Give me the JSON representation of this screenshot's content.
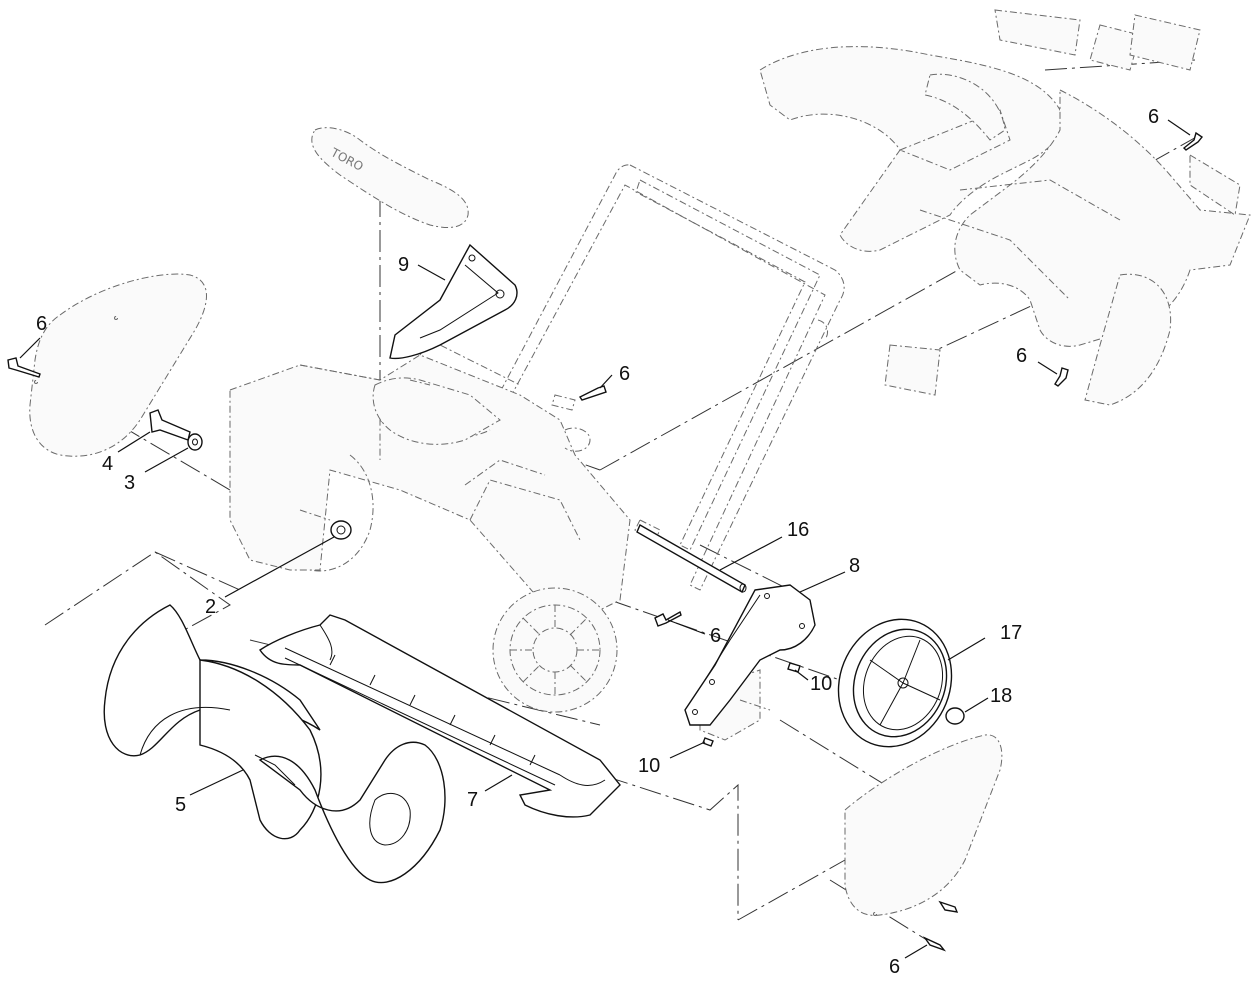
{
  "diagram": {
    "callouts": [
      {
        "id": "c2",
        "label": "2"
      },
      {
        "id": "c3",
        "label": "3"
      },
      {
        "id": "c4",
        "label": "4"
      },
      {
        "id": "c5",
        "label": "5"
      },
      {
        "id": "c6a",
        "label": "6"
      },
      {
        "id": "c6b",
        "label": "6"
      },
      {
        "id": "c6c",
        "label": "6"
      },
      {
        "id": "c6d",
        "label": "6"
      },
      {
        "id": "c6e",
        "label": "6"
      },
      {
        "id": "c6f",
        "label": "6"
      },
      {
        "id": "c7",
        "label": "7"
      },
      {
        "id": "c8",
        "label": "8"
      },
      {
        "id": "c9",
        "label": "9"
      },
      {
        "id": "c10a",
        "label": "10"
      },
      {
        "id": "c10b",
        "label": "10"
      },
      {
        "id": "c16",
        "label": "16"
      },
      {
        "id": "c17",
        "label": "17"
      },
      {
        "id": "c18",
        "label": "18"
      }
    ],
    "logo_text": "TORO"
  }
}
